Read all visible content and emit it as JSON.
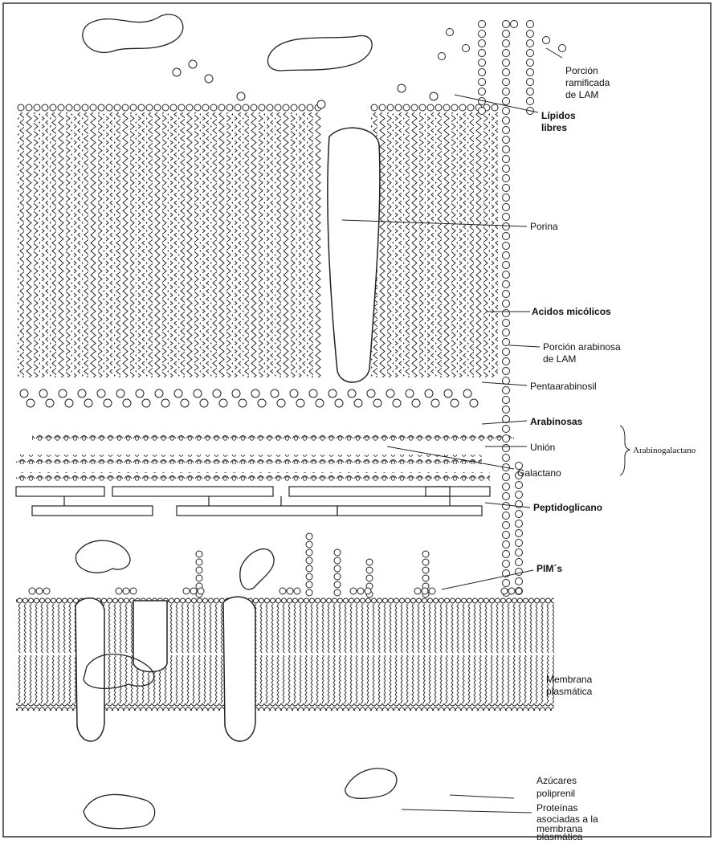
{
  "labels": {
    "porcion_ramificada": [
      "Porción",
      "ramificada",
      "de LAM"
    ],
    "lipidos_libres": [
      "Lípidos",
      "libres"
    ],
    "porina": "Porina",
    "acidos_micolicos": "Acidos micólicos",
    "porcion_arabinosa": [
      "Porción arabinosa",
      "de LAM"
    ],
    "pentaarabinosil": "Pentaarabinosil",
    "arabinosas": "Arabinosas",
    "union": "Unión",
    "galactano": "Galactano",
    "arabinogalactano": "Arabinogalactano",
    "peptidoglicano": "Peptidoglicano",
    "pims": "PIM´s",
    "membrana": [
      "Membrana",
      "plasmática"
    ],
    "azucares": [
      "Azúcares",
      "poliprenil"
    ],
    "proteinas": [
      "Proteínas",
      "asociadas a la",
      "membrana",
      "plasmática"
    ]
  },
  "colors": {
    "ink": "#111111",
    "paper": "#ffffff"
  }
}
